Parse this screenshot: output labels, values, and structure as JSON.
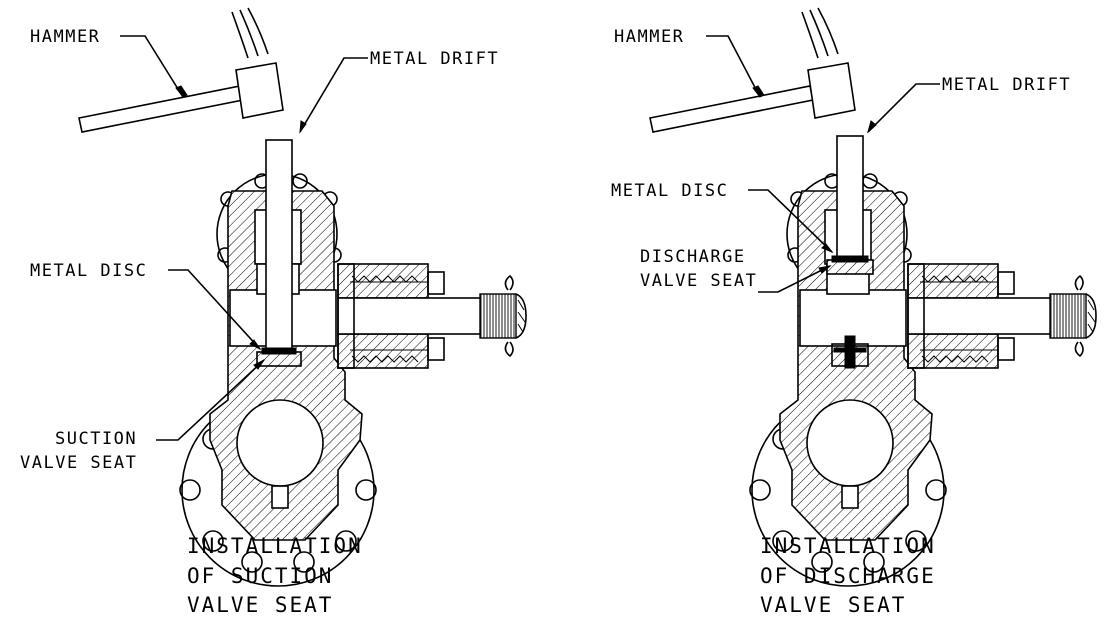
{
  "left_view": {
    "hammer": "HAMMER",
    "metal_drift": "METAL DRIFT",
    "metal_disc": "METAL DISC",
    "seat_line1": "SUCTION",
    "seat_line2": "VALVE SEAT",
    "caption_line1": "INSTALLATION",
    "caption_line2": "OF SUCTION",
    "caption_line3": "VALVE SEAT"
  },
  "right_view": {
    "hammer": "HAMMER",
    "metal_drift": "METAL DRIFT",
    "metal_disc": "METAL DISC",
    "seat_line1": "DISCHARGE",
    "seat_line2": "VALVE SEAT",
    "caption_line1": "INSTALLATION",
    "caption_line2": "OF DISCHARGE",
    "caption_line3": "VALVE SEAT"
  }
}
